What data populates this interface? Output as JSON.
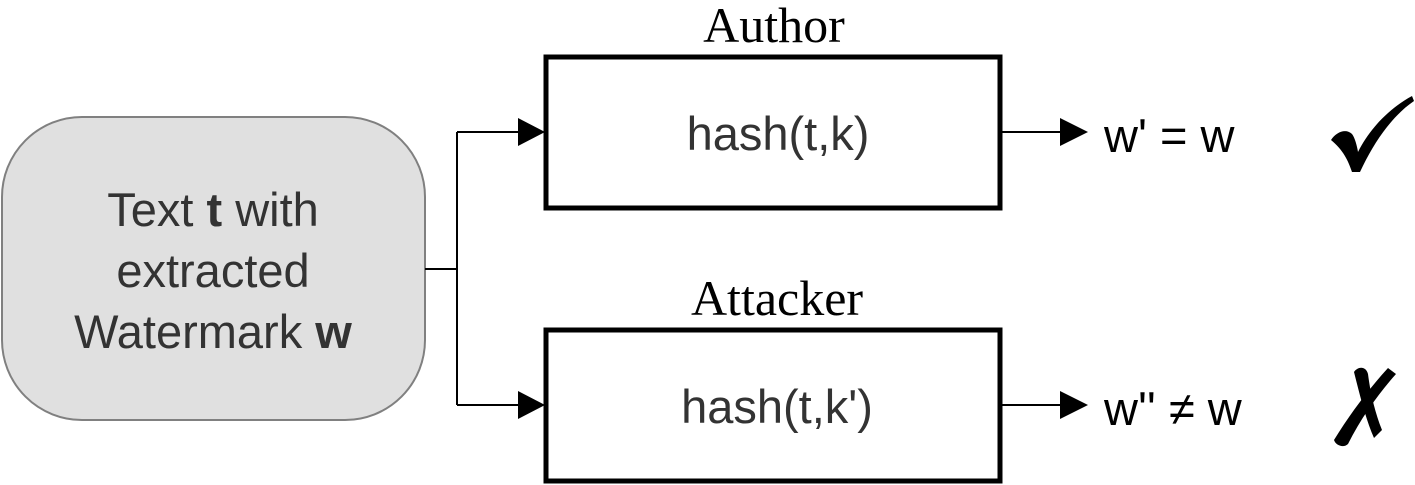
{
  "source": {
    "line1_prefix": "Text ",
    "line1_bold": "t",
    "line1_suffix": " with",
    "line2": "extracted",
    "line3_prefix": "Watermark ",
    "line3_bold": "w"
  },
  "author": {
    "title": "Author",
    "function": "hash(t,k)",
    "result": "w' = w",
    "verdict_icon": "check-mark"
  },
  "attacker": {
    "title": "Attacker",
    "function": "hash(t,k')",
    "result": "w'' ≠ w",
    "verdict_icon": "cross-mark"
  },
  "colors": {
    "source_fill": "#e0e0e0",
    "source_stroke": "#808080",
    "box_stroke": "#000000",
    "text": "#333333"
  }
}
